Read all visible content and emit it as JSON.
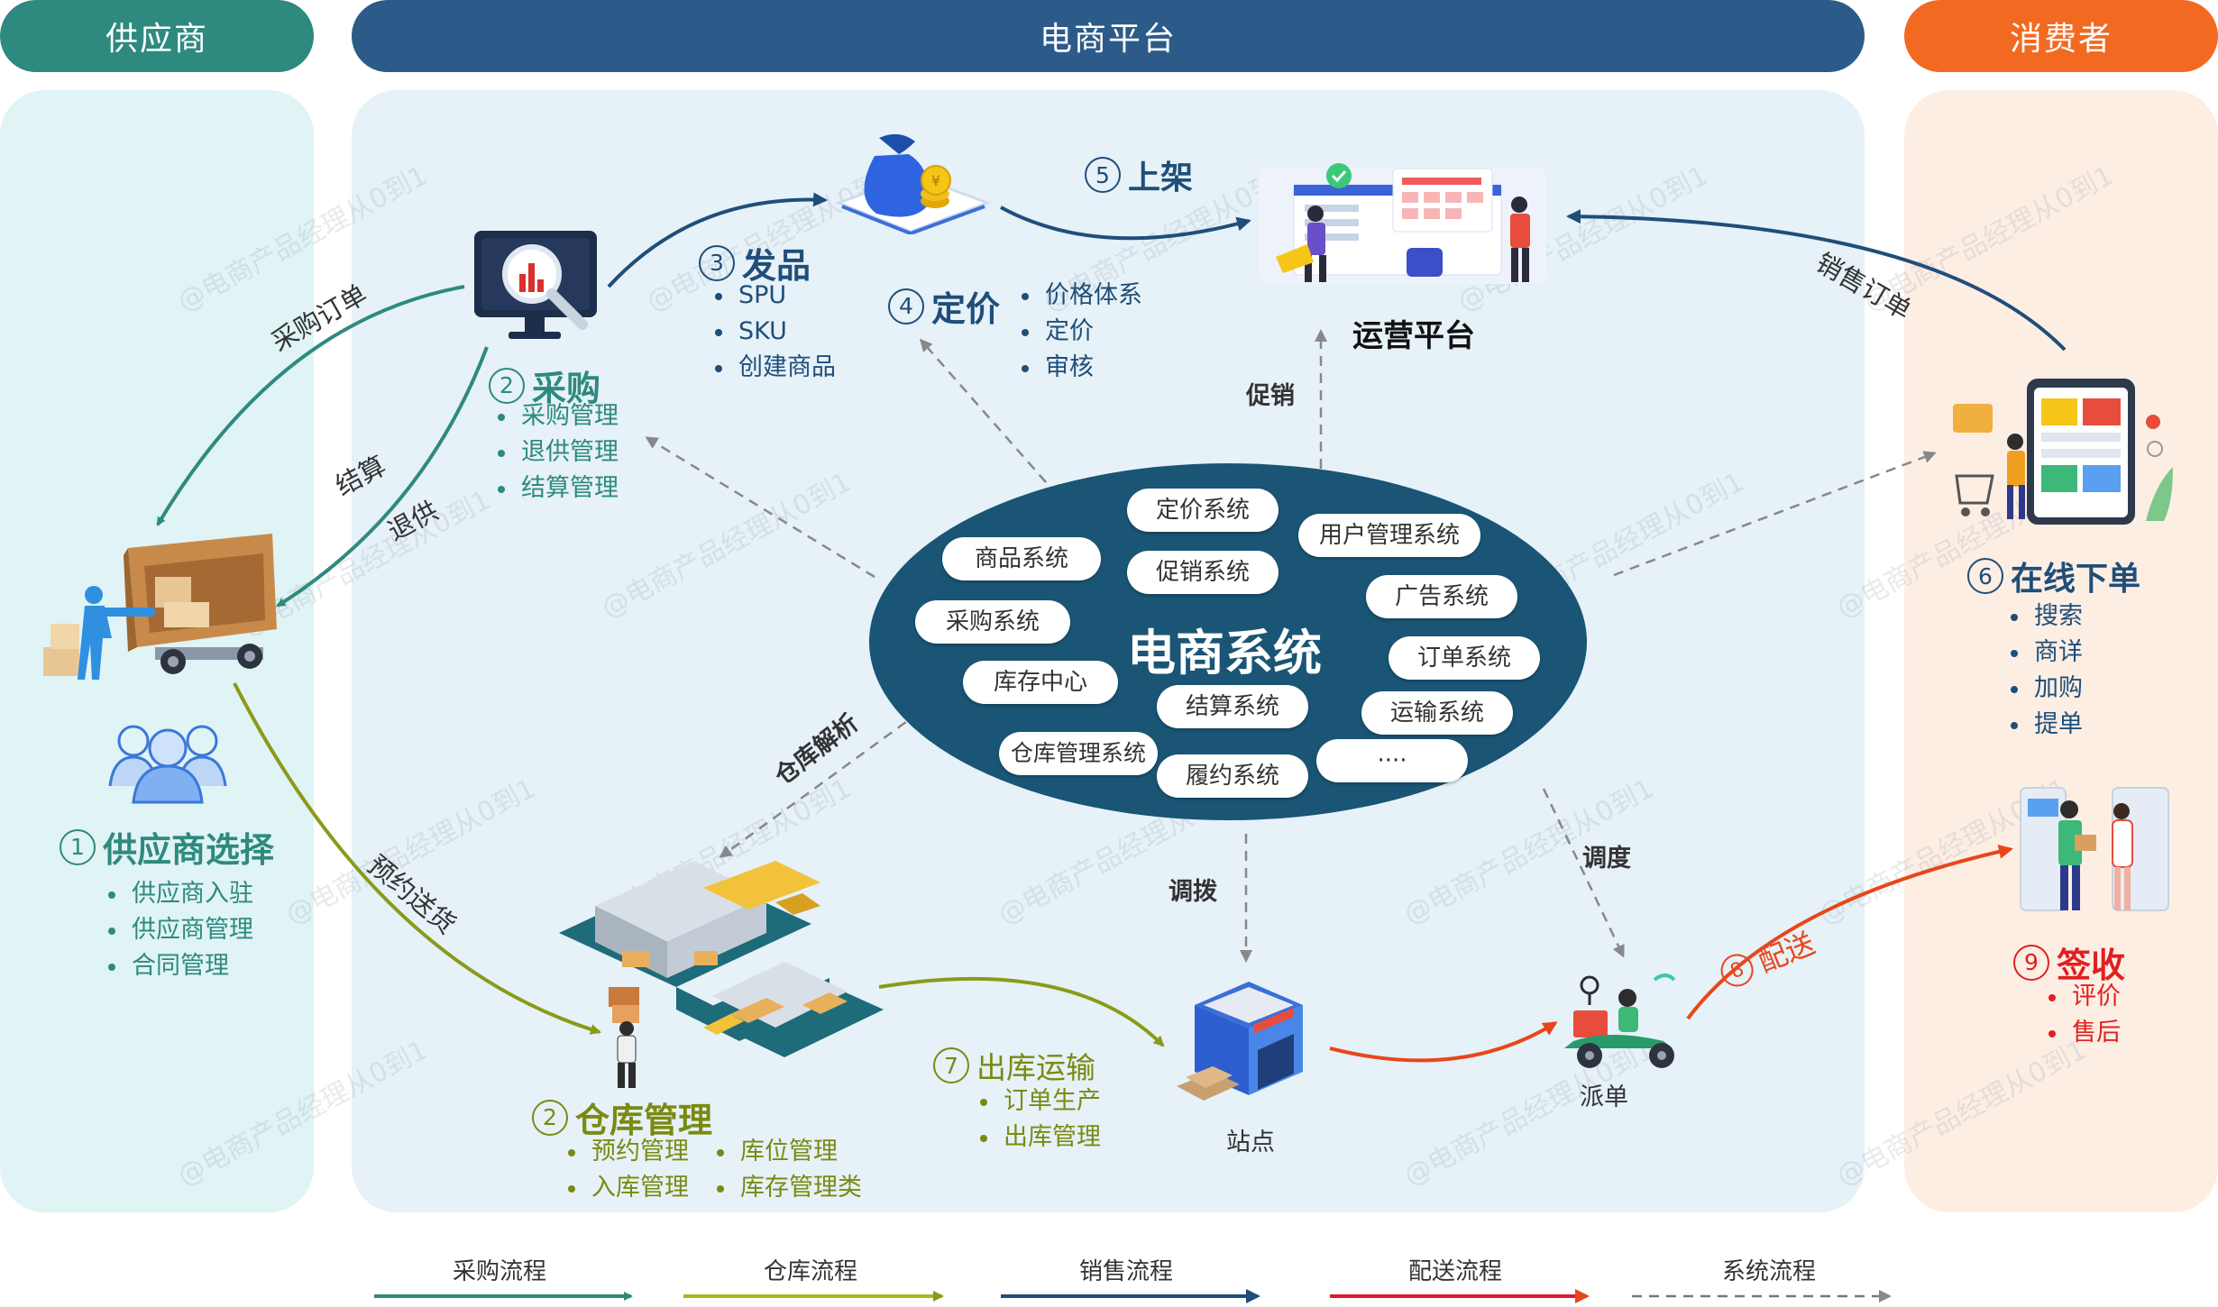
{
  "headers": {
    "supplier": "供应商",
    "platform": "电商平台",
    "consumer": "消费者"
  },
  "colors": {
    "supplier": "#2e8a7e",
    "platform": "#2c5b8a",
    "consumer": "#f26a22",
    "warehouse": "#8a9a18",
    "sales": "#1f4e79",
    "delivery": "#e8461a",
    "system": "#888888",
    "center": "#1a5575",
    "sign": "#e02020"
  },
  "supplier": {
    "step": "1",
    "title": "供应商选择",
    "items": [
      "供应商入驻",
      "供应商管理",
      "合同管理"
    ]
  },
  "procure": {
    "step": "2",
    "title": "采购",
    "items": [
      "采购管理",
      "退供管理",
      "结算管理"
    ]
  },
  "ship": {
    "step": "3",
    "title": "发品",
    "items": [
      "SPU",
      "SKU",
      "创建商品"
    ]
  },
  "pricing": {
    "step": "4",
    "title": "定价",
    "items": [
      "价格体系",
      "定价",
      "审核"
    ]
  },
  "listing": {
    "step": "5",
    "title": "上架"
  },
  "ops": {
    "title": "运营平台"
  },
  "order": {
    "step": "6",
    "title": "在线下单",
    "items": [
      "搜索",
      "商详",
      "加购",
      "提单"
    ]
  },
  "warehouse": {
    "step": "2",
    "title": "仓库管理",
    "items_left": [
      "预约管理",
      "入库管理"
    ],
    "items_right": [
      "库位管理",
      "库存管理类"
    ]
  },
  "outbound": {
    "step": "7",
    "title": "出库运输",
    "items": [
      "订单生产",
      "出库管理"
    ]
  },
  "deliver": {
    "step": "8",
    "title": "配送"
  },
  "sign": {
    "step": "9",
    "title": "签收",
    "items": [
      "评价",
      "售后"
    ]
  },
  "center": {
    "title": "电商系统",
    "systems": [
      "定价系统",
      "用户管理系统",
      "商品系统",
      "促销系统",
      "采购系统",
      "广告系统",
      "订单系统",
      "库存中心",
      "结算系统",
      "运输系统",
      "仓库管理系统",
      "履约系统",
      "····"
    ]
  },
  "labels": {
    "purchase_order": "采购订单",
    "settle": "结算",
    "return": "退供",
    "pre_delivery": "预约送货",
    "wh_parse": "仓库解析",
    "promo": "促销",
    "allocate": "调拨",
    "dispatch": "调度",
    "sales_order": "销售订单",
    "station": "站点",
    "dispatch_order": "派单"
  },
  "legend": [
    "采购流程",
    "仓库流程",
    "销售流程",
    "配送流程",
    "系统流程"
  ],
  "watermark": "@电商产品经理从0到1"
}
